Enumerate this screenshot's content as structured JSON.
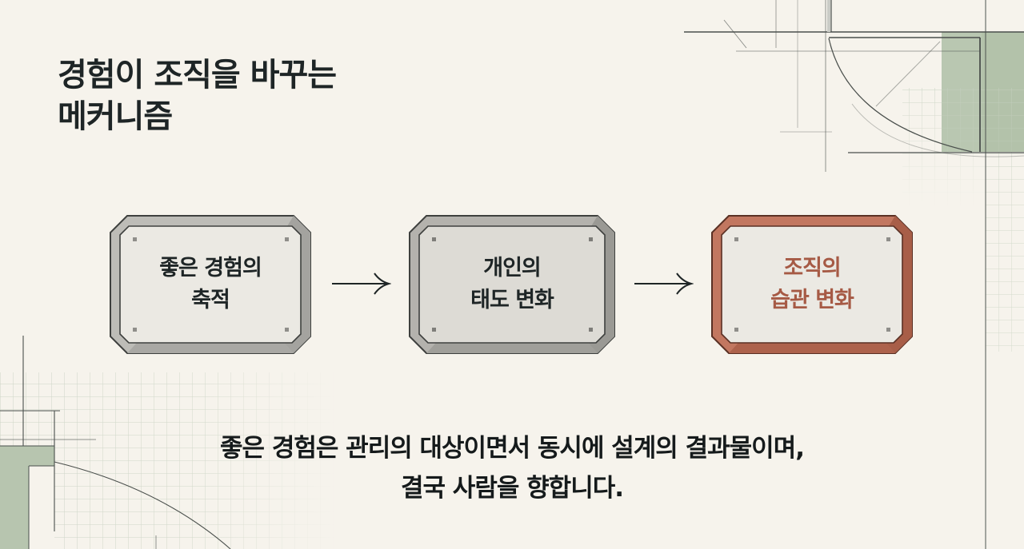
{
  "title": {
    "line1": "경험이 조직을 바꾸는",
    "line2": "메커니즘"
  },
  "flow": {
    "steps": [
      {
        "line1": "좋은 경험의",
        "line2": "축적",
        "style": "neutral"
      },
      {
        "line1": "개인의",
        "line2": "태도 변화",
        "style": "neutral-dark"
      },
      {
        "line1": "조직의",
        "line2": "습관 변화",
        "style": "accent"
      }
    ],
    "connector_icon": "arrow-right-icon"
  },
  "summary": {
    "line1": "좋은 경험은 관리의 대상이면서 동시에 설계의 결과물이며,",
    "line2": "결국 사람을 향합니다."
  },
  "colors": {
    "background": "#f6f3ec",
    "text": "#1e2526",
    "accent": "#a65a45",
    "accent_frame": "#bd6f56",
    "sage": "#b9c7b1",
    "card_frame": "#bdbcb7",
    "card_face": "#ebe9e3"
  }
}
